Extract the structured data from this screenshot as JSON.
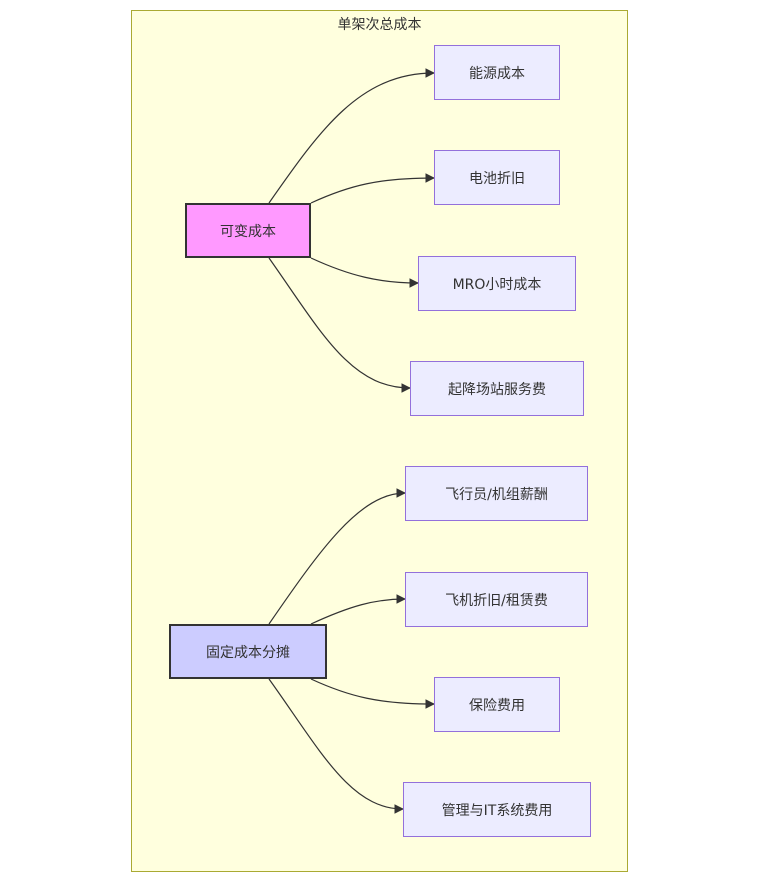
{
  "diagram": {
    "cluster_title": "单架次总成本",
    "groups": [
      {
        "id": "variable",
        "label": "可变成本",
        "fill": "#ff99ff",
        "children": [
          "能源成本",
          "电池折旧",
          "MRO小时成本",
          "起降场站服务费"
        ]
      },
      {
        "id": "fixed",
        "label": "固定成本分摊",
        "fill": "#ccccff",
        "children": [
          "飞行员/机组薪酬",
          "飞机折旧/租赁费",
          "保险费用",
          "管理与IT系统费用"
        ]
      }
    ],
    "colors": {
      "cluster_fill": "#ffffde",
      "cluster_border": "#aaaa33",
      "leaf_fill": "#ececff",
      "leaf_border": "#9370db",
      "edge": "#333333"
    }
  }
}
